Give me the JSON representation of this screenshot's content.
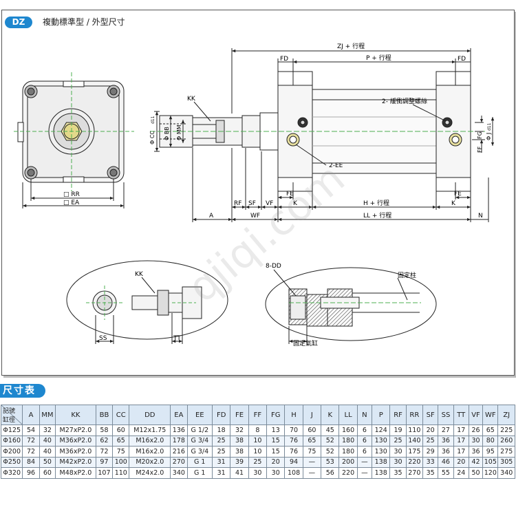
{
  "header": {
    "series": "DZ",
    "title": "複動標準型 / 外型尺寸"
  },
  "labels": {
    "zj": "ZJ + 行程",
    "p": "P + 行程",
    "fd_left": "FD",
    "fd_right": "FD",
    "kk": "KK",
    "cc": "Φ CC",
    "cc_tol": "d11",
    "bb": "Φ BB",
    "mm": "Φ MM",
    "cushion": "2- 緩衝調整螺絲",
    "ee": "2-EE",
    "fg": "FG",
    "j": "Φ J",
    "j_tol": "d11",
    "ff": "FF",
    "rr": "□ RR",
    "ea": "□ EA",
    "rf": "RF",
    "sf": "SF",
    "vf": "VF",
    "k_left": "K",
    "fe_left": "FE",
    "h": "H + 行程",
    "k_right": "K",
    "fe_right": "FE",
    "a": "A",
    "wf": "WF",
    "ll": "LL + 行程",
    "n": "N",
    "kk_detail": "KK",
    "ss": "SS",
    "tt": "TT",
    "dd": "8-DD",
    "tie_rod": "固定柱",
    "cyl_fix": "固定氣缸"
  },
  "watermark": "qjiqi.com",
  "table": {
    "section_title": "尺寸表",
    "corner_top": "記號",
    "corner_bottom": "缸徑",
    "columns": [
      "A",
      "MM",
      "KK",
      "BB",
      "CC",
      "DD",
      "EA",
      "EE",
      "FD",
      "FE",
      "FF",
      "FG",
      "H",
      "J",
      "K",
      "LL",
      "N",
      "P",
      "RF",
      "RR",
      "SF",
      "SS",
      "TT",
      "VF",
      "WF",
      "ZJ"
    ],
    "rows": [
      {
        "bore": "Φ125",
        "values": [
          "54",
          "32",
          "M27xP2.0",
          "58",
          "60",
          "M12x1.75",
          "136",
          "G 1/2",
          "18",
          "32",
          "8",
          "13",
          "70",
          "60",
          "45",
          "160",
          "6",
          "124",
          "19",
          "110",
          "20",
          "27",
          "17",
          "26",
          "65",
          "225"
        ]
      },
      {
        "bore": "Φ160",
        "values": [
          "72",
          "40",
          "M36xP2.0",
          "62",
          "65",
          "M16x2.0",
          "178",
          "G 3/4",
          "25",
          "38",
          "10",
          "15",
          "76",
          "65",
          "52",
          "180",
          "6",
          "130",
          "25",
          "140",
          "25",
          "36",
          "17",
          "30",
          "80",
          "260"
        ]
      },
      {
        "bore": "Φ200",
        "values": [
          "72",
          "40",
          "M36xP2.0",
          "72",
          "75",
          "M16x2.0",
          "216",
          "G 3/4",
          "25",
          "38",
          "10",
          "15",
          "76",
          "75",
          "52",
          "180",
          "6",
          "130",
          "30",
          "175",
          "29",
          "36",
          "17",
          "36",
          "95",
          "275"
        ]
      },
      {
        "bore": "Φ250",
        "values": [
          "84",
          "50",
          "M42xP2.0",
          "97",
          "100",
          "M20x2.0",
          "270",
          "G 1",
          "31",
          "39",
          "25",
          "20",
          "94",
          "—",
          "53",
          "200",
          "—",
          "138",
          "30",
          "220",
          "33",
          "46",
          "20",
          "42",
          "105",
          "305"
        ]
      },
      {
        "bore": "Φ320",
        "values": [
          "96",
          "60",
          "M48xP2.0",
          "107",
          "110",
          "M24x2.0",
          "340",
          "G 1",
          "31",
          "41",
          "30",
          "30",
          "108",
          "—",
          "56",
          "220",
          "—",
          "138",
          "35",
          "270",
          "35",
          "55",
          "24",
          "50",
          "120",
          "340"
        ]
      }
    ]
  }
}
